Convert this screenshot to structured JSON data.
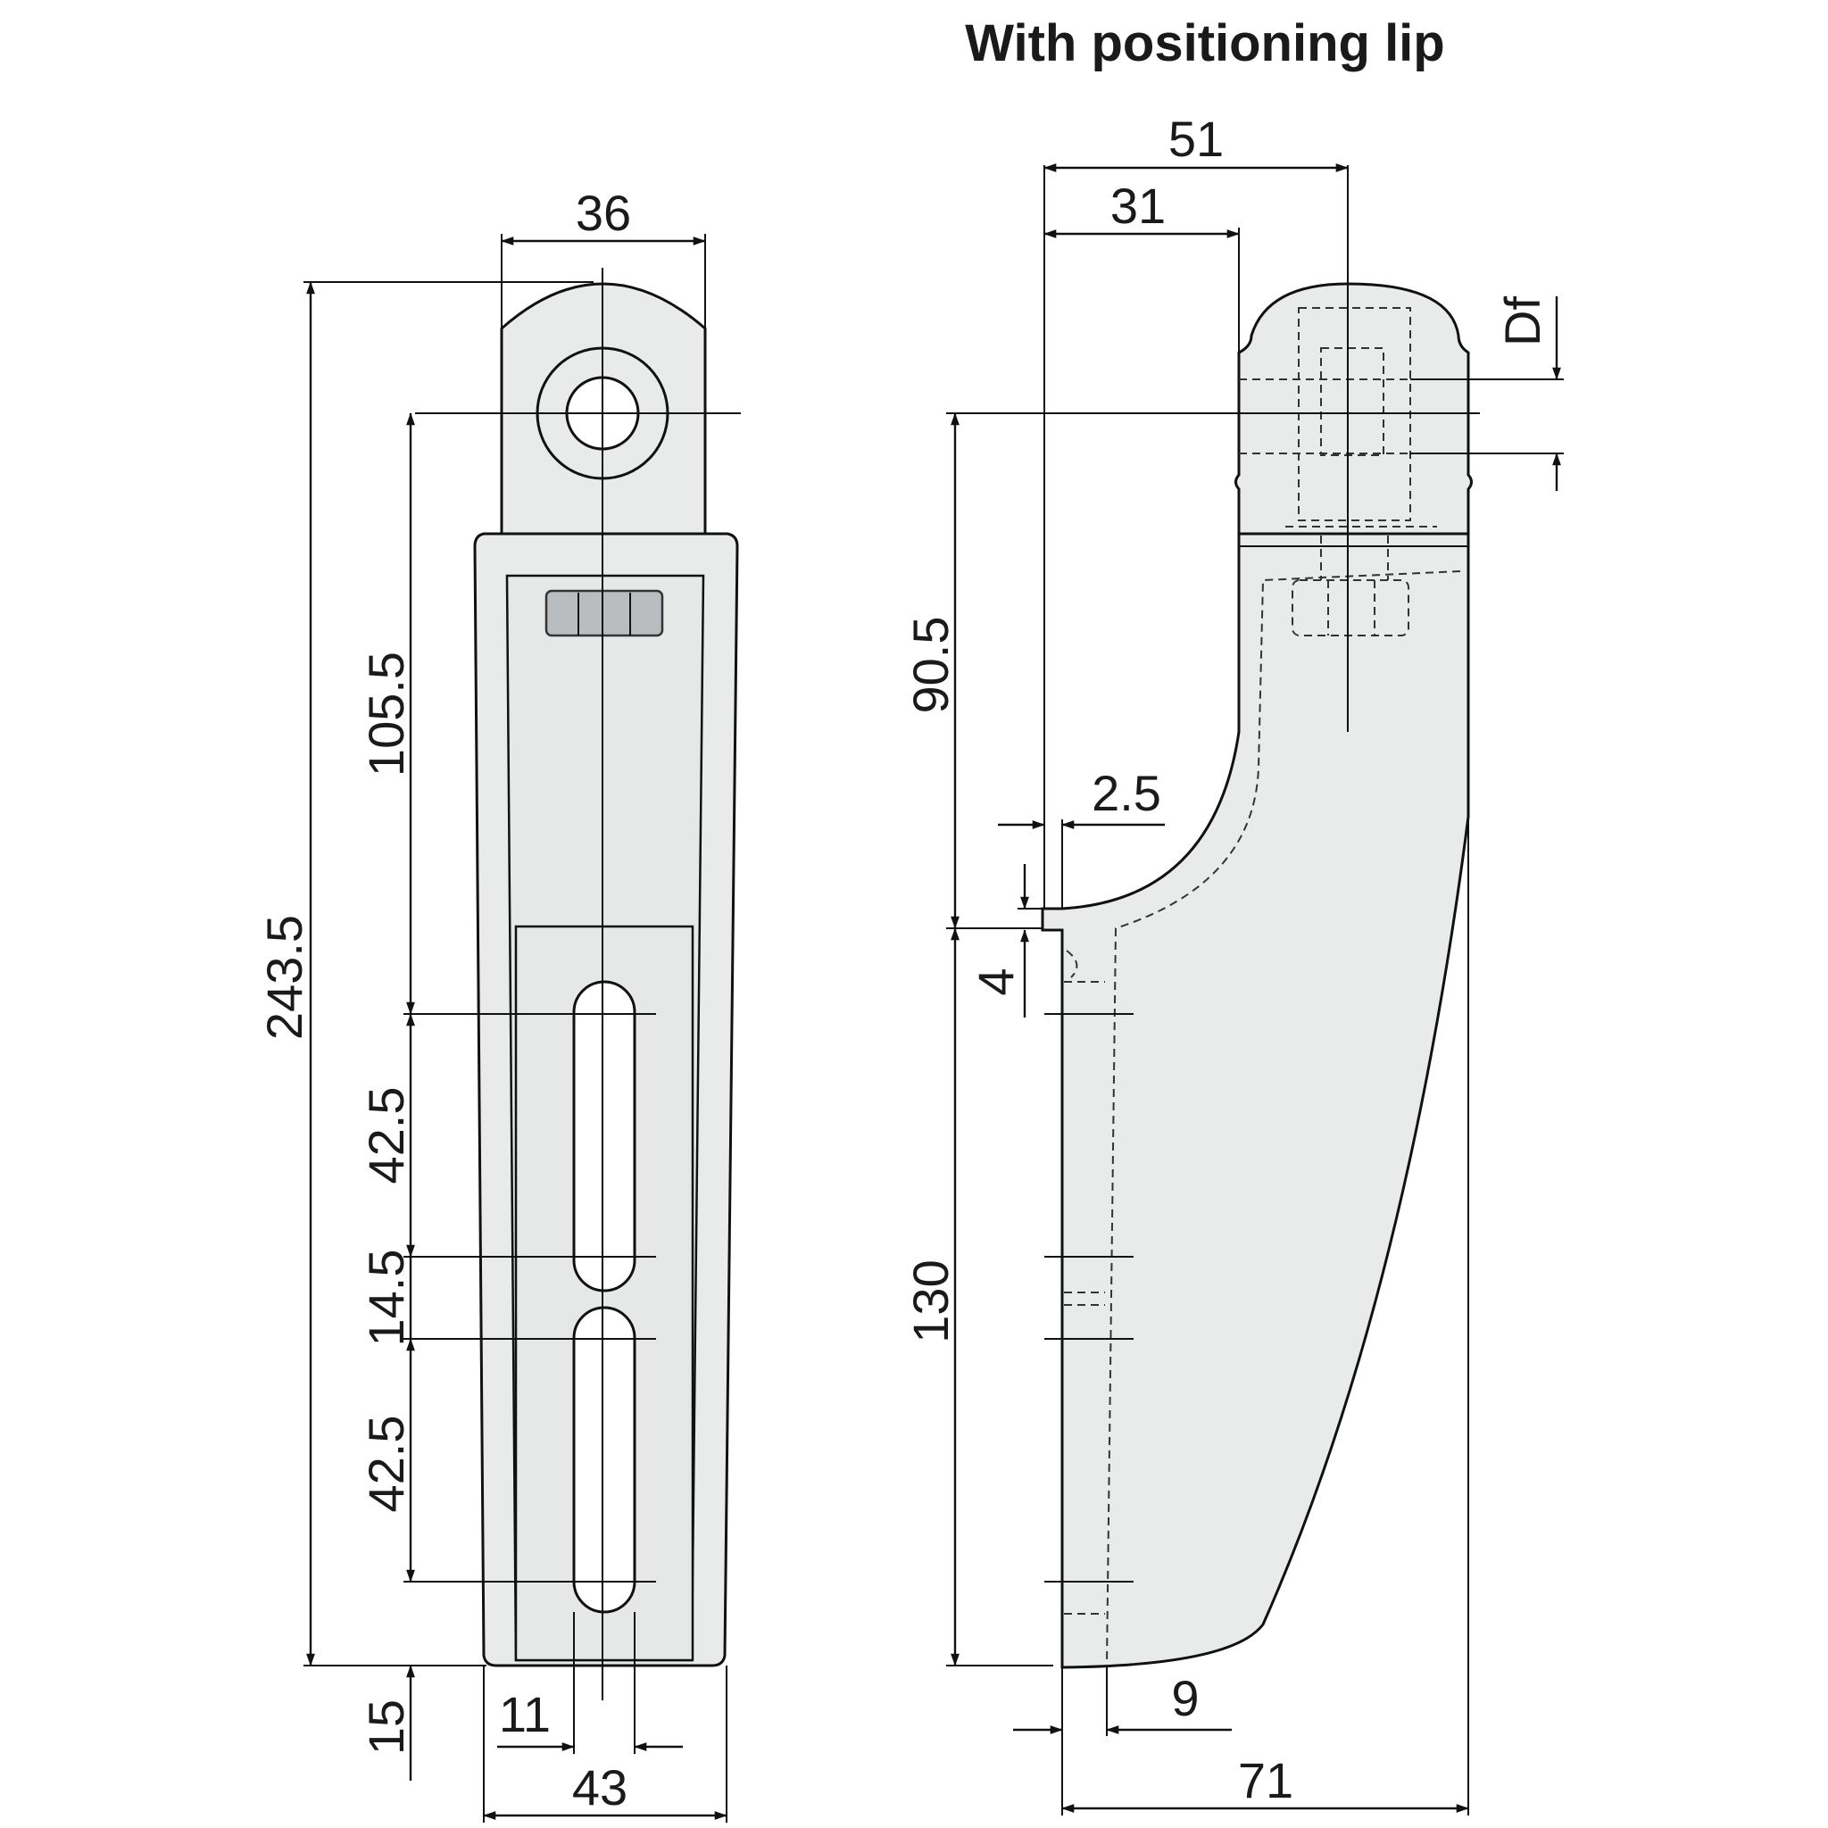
{
  "title": "With positioning lip",
  "front_view": {
    "top_width": "36",
    "overall_height": "243.5",
    "hole_to_slot": "105.5",
    "slot_length_upper": "42.5",
    "slot_gap": "14.5",
    "slot_length_lower": "42.5",
    "bottom_offset": "15",
    "slot_width": "11",
    "base_width": "43"
  },
  "side_view": {
    "top_span": "51",
    "lip_span": "31",
    "df_label": "Df",
    "hole_height": "90.5",
    "lip_thickness": "2.5",
    "lip_height": "4",
    "base_height": "130",
    "rib_offset": "9",
    "base_depth": "71"
  }
}
